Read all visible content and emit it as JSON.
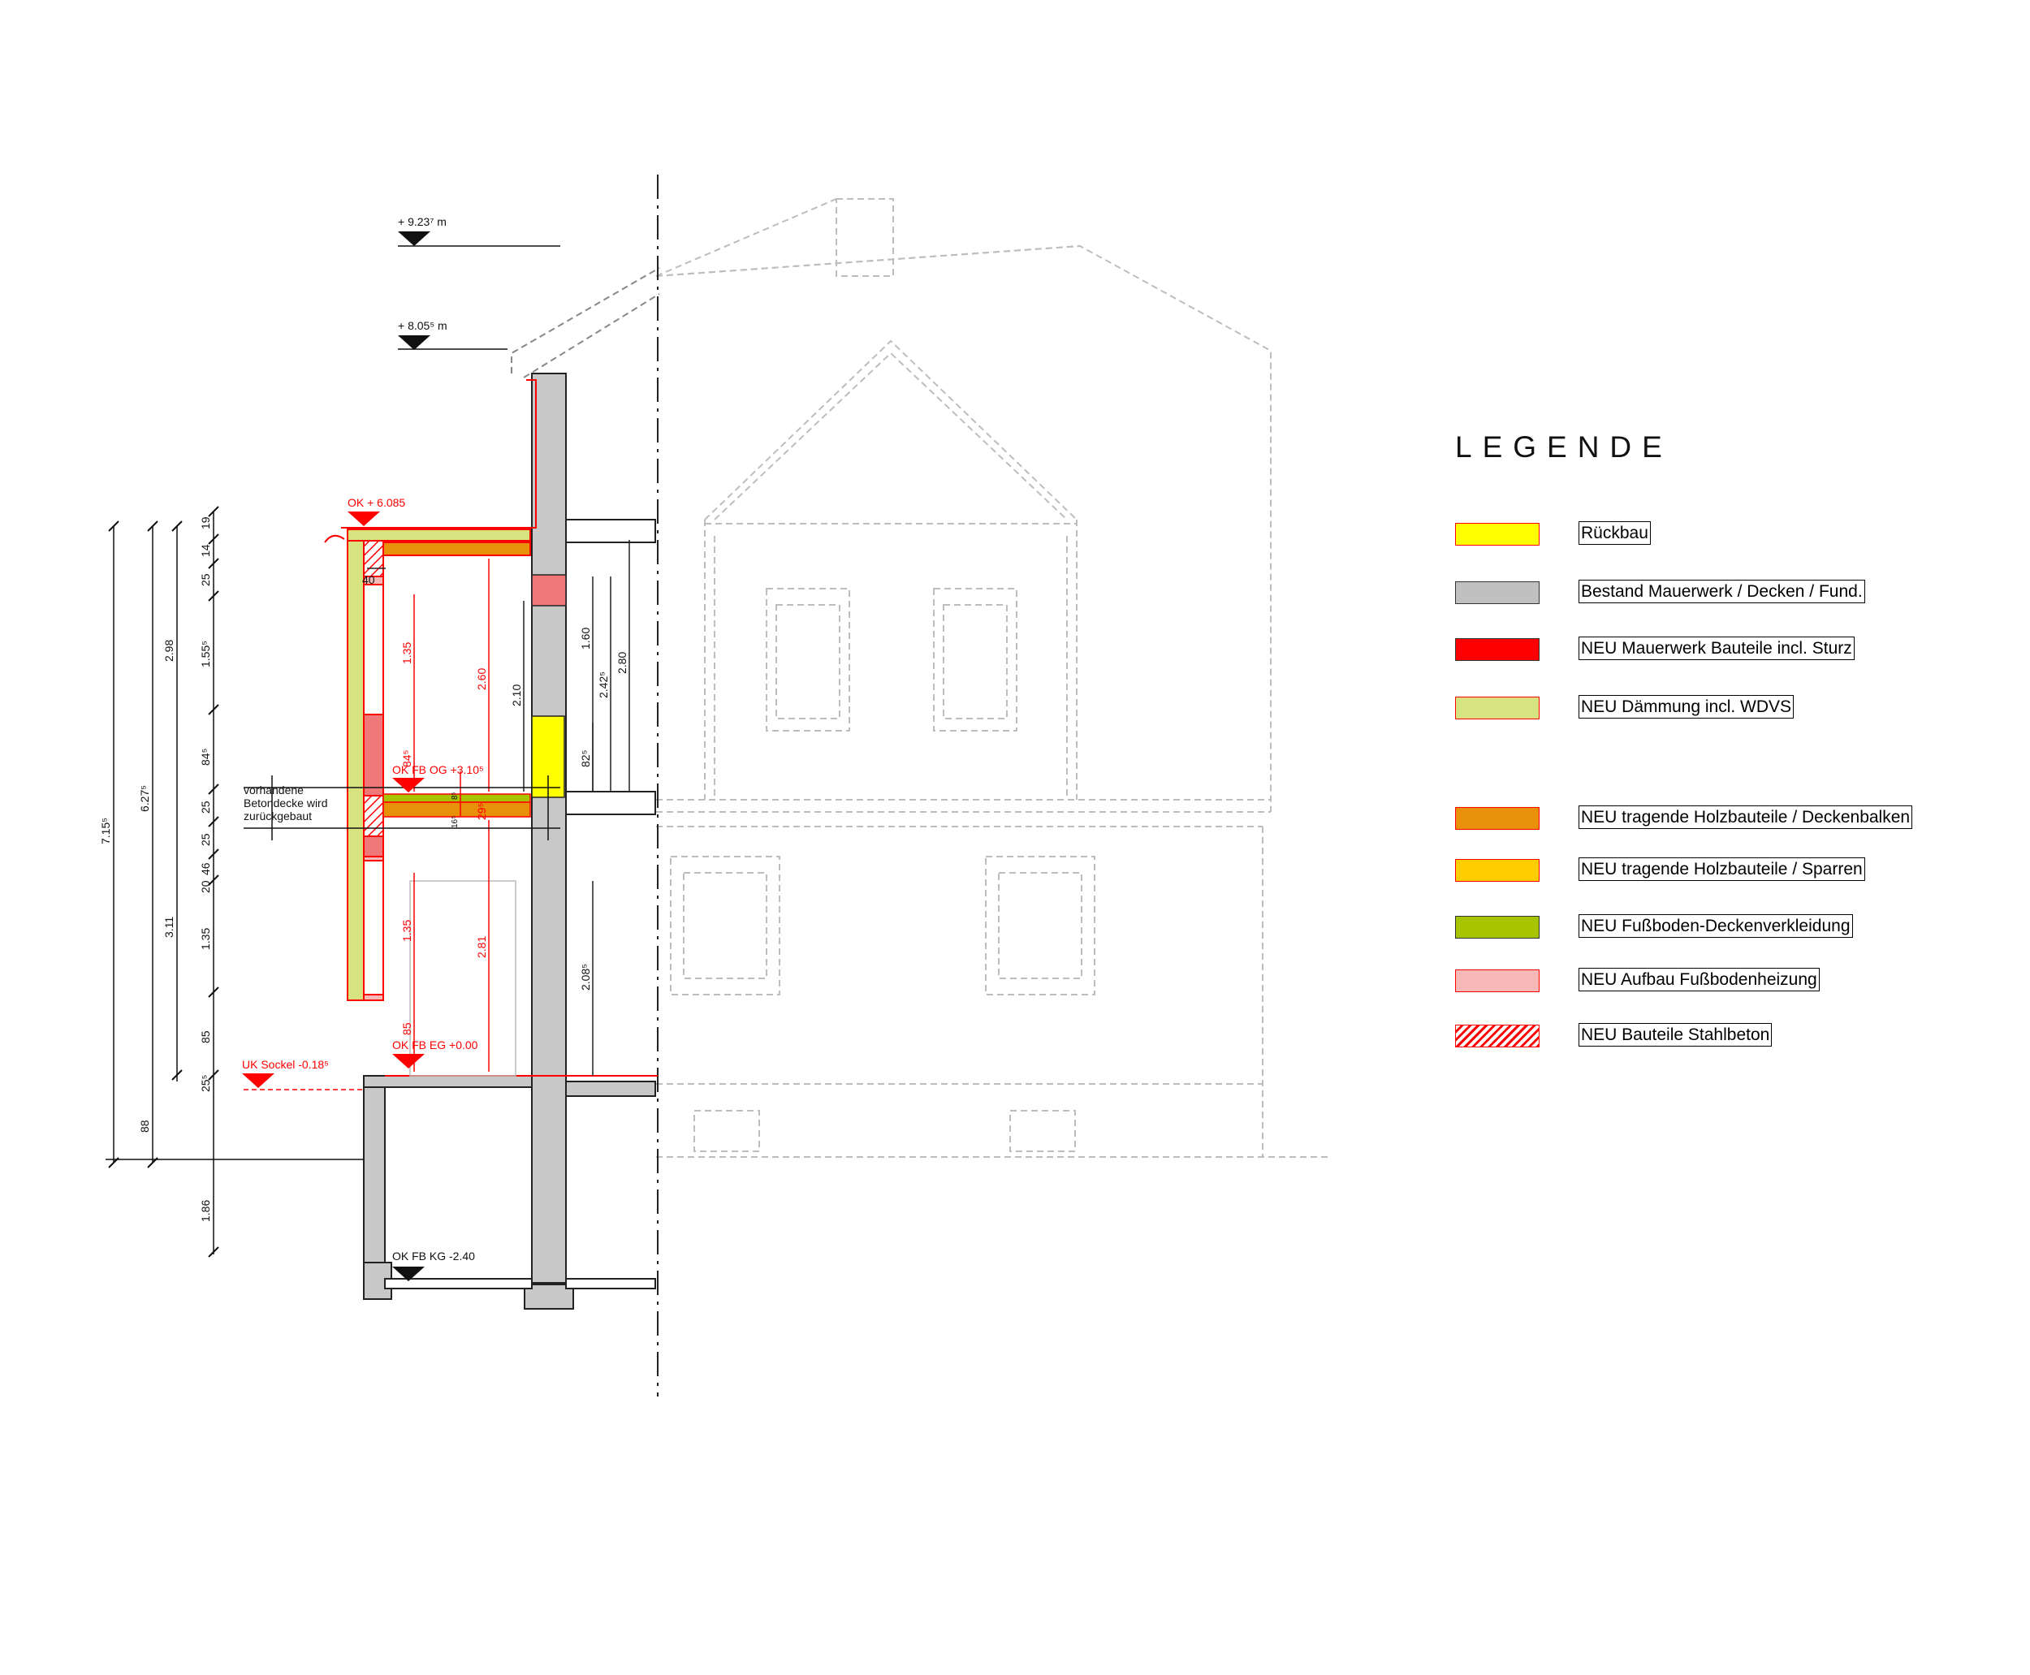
{
  "levels": {
    "top_ridge": "+ 9.23⁷ m",
    "eave": "+ 8.05⁵ m",
    "ok_roof": "OK + 6.085",
    "ok_fb_og": "OK FB OG +3.10⁵",
    "ok_fb_eg": "OK FB EG +0.00",
    "uk_sockel": "UK Sockel -0.18⁵",
    "ok_fb_kg": "OK FB KG -2.40"
  },
  "annotation": {
    "line1": "vorhandene",
    "line2": "Betondecke wird",
    "line3": "zurückgebaut"
  },
  "dimensions_left": {
    "outer_total": "7.15⁵",
    "mid_total": "6.27⁵",
    "upper_storey": "2.98",
    "lower_storey": "3.11",
    "base_88": "88",
    "chain": [
      "19",
      "14",
      "25",
      "1.55⁵",
      "84⁵",
      "25",
      "25",
      "46",
      "20",
      "1.35",
      "85",
      "25⁵",
      "1.86"
    ]
  },
  "dimensions_inner": {
    "eaves_40": "40",
    "og_window": "1.35",
    "og_room": "2.60",
    "og_sill": "84⁵",
    "floor_8": "8⁵",
    "floor_16": "16⁵",
    "floor_29": "29⁵",
    "eg_window": "1.35",
    "eg_room": "2.81",
    "eg_sill": "85",
    "door_og": "2.10",
    "og_160": "1.60",
    "og_242": "2.42⁵",
    "og_280": "2.80",
    "og_82": "82⁵",
    "eg_208": "2.08⁵"
  },
  "legend": {
    "title": "LEGENDE",
    "items": [
      {
        "label": "Rückbau",
        "color": "#ffff00",
        "pattern": "dots"
      },
      {
        "label": "Bestand Mauerwerk / Decken / Fund.",
        "color": "#c0c0c0",
        "pattern": "solid"
      },
      {
        "label": "NEU Mauerwerk Bauteile incl. Sturz",
        "color": "#ff0000",
        "pattern": "solid"
      },
      {
        "label": "NEU Dämmung incl. WDVS",
        "color": "#d6e37e",
        "pattern": "solid"
      },
      {
        "label": "NEU tragende Holzbauteile / Deckenbalken",
        "color": "#e8900a",
        "pattern": "solid"
      },
      {
        "label": "NEU tragende Holzbauteile / Sparren",
        "color": "#ffcc00",
        "pattern": "solid"
      },
      {
        "label": "NEU Fußboden-Deckenverkleidung",
        "color": "#a6c400",
        "pattern": "solid"
      },
      {
        "label": "NEU Aufbau Fußbodenheizung",
        "color": "#f7b8b8",
        "pattern": "solid"
      },
      {
        "label": "NEU Bauteile Stahlbeton",
        "color": "#ff0000",
        "pattern": "hatch"
      }
    ]
  },
  "colors": {
    "new_red": "#ff0000",
    "existing_grey": "#c8c8c8",
    "ghost": "#b8b8b8"
  }
}
